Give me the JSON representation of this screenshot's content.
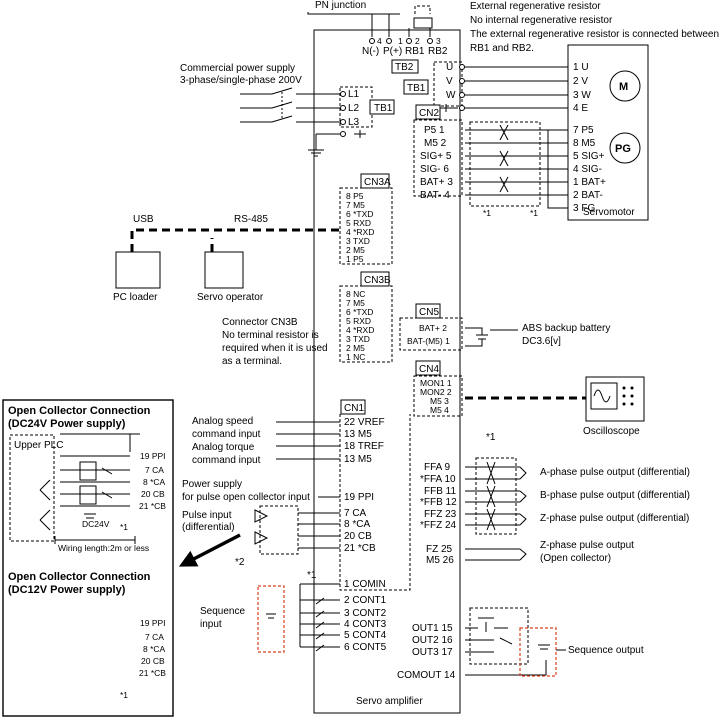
{
  "top": {
    "pn_junction": "PN junction",
    "regen_1": "External regenerative resistor",
    "regen_2": "No internal regenerative resistor",
    "regen_3": "The external regenerative resistor is connected between",
    "regen_4": "RB1 and RB2.",
    "t_n": "N(-)",
    "t_p": "P(+)",
    "t_rb1": "RB1",
    "t_rb2": "RB2",
    "n4": "4",
    "n1": "1",
    "n2": "2",
    "n3": "3",
    "tb2": "TB2"
  },
  "power": {
    "label1": "Commercial power supply",
    "label2": "3-phase/single-phase 200V",
    "tb1": "TB1",
    "l1": "L1",
    "l2": "L2",
    "l3": "L3"
  },
  "motor": {
    "tb1": "TB1",
    "u": "U",
    "v": "V",
    "w": "W",
    "u_pin": "1 U",
    "v_pin": "2 V",
    "w_pin": "3 W",
    "e_pin": "4 E",
    "m": "M",
    "pg": "PG",
    "title": "Servomotor",
    "enc_pins": [
      "7 P5",
      "8 M5",
      "5 SIG+",
      "4 SIG-",
      "1 BAT+",
      "2 BAT-",
      "3 FG"
    ]
  },
  "cn2": {
    "title": "CN2",
    "pins": [
      "P5  1",
      "M5  2",
      "SIG+ 5",
      "SIG- 6",
      "BAT+ 3",
      "BAT-   4"
    ],
    "note1": "*1",
    "note2": "*1"
  },
  "cn3a": {
    "title": "CN3A",
    "pins": [
      "8  P5",
      "7  M5",
      "6 *TXD",
      "5  RXD",
      "4 *RXD",
      "3  TXD",
      "2  M5",
      "1  P5"
    ]
  },
  "comm": {
    "usb": "USB",
    "rs485": "RS-485",
    "pc": "PC loader",
    "operator": "Servo operator"
  },
  "cn3b": {
    "title": "CN3B",
    "pins": [
      "8  NC",
      "7  M5",
      "6 *TXD",
      "5  RXD",
      "4 *RXD",
      "3  TXD",
      "2  M5",
      "1  NC"
    ],
    "note1": "Connector CN3B",
    "note2": "No terminal resistor is",
    "note3": "required when it is used",
    "note4": "as a terminal."
  },
  "cn5": {
    "title": "CN5",
    "pin1": "BAT+  2",
    "pin2": "BAT-(M5)  1",
    "battery1": "ABS backup battery",
    "battery2": "DC3.6[v]"
  },
  "cn4": {
    "title": "CN4",
    "pins": [
      "MON1 1",
      "MON2 2",
      "M5 3",
      "M5 4"
    ],
    "scope": "Oscilloscope"
  },
  "cn1": {
    "title": "CN1",
    "analog_speed1": "Analog speed",
    "analog_speed2": "command input",
    "analog_torque1": "Analog torque",
    "analog_torque2": "command input",
    "ps1": "Power supply",
    "ps2": "for pulse open collector input",
    "pulse1": "Pulse input",
    "pulse2": "(differential)",
    "pins_left": [
      "22  VREF",
      "13  M5",
      "18  TREF",
      "13  M5",
      "19    PPI",
      "7     CA",
      "8    *CA",
      "20    CB",
      "21   *CB",
      "1   COMIN",
      "2  CONT1",
      "3  CONT2",
      "4  CONT3",
      "5  CONT4",
      "6  CONT5"
    ],
    "note_star2": "*2",
    "note_star1": "*1",
    "seq_in1": "Sequence",
    "seq_in2": "input",
    "pins_right": [
      "FFA   9",
      "*FFA  10",
      "FFB  11",
      "*FFB  12",
      "FFZ  23",
      "*FFZ  24",
      "FZ  25",
      "M5  26"
    ],
    "out_a": "A-phase pulse output (differential)",
    "out_b": "B-phase pulse output (differential)",
    "out_z": "Z-phase pulse output (differential)",
    "out_zoc1": "Z-phase pulse output",
    "out_zoc2": "(Open collector)",
    "note_r": "*1",
    "outs": [
      "OUT1  15",
      "OUT2  16",
      "OUT3  17"
    ],
    "seq_out": "Sequence output",
    "comout": "COMOUT  14",
    "amp": "Servo amplifier"
  },
  "inset": {
    "title1": "Open Collector Connection",
    "title2": "(DC24V Power supply)",
    "plc": "Upper PLC",
    "pins": [
      "19 PPI",
      "7  CA",
      "8 *CA",
      "20  CB",
      "21 *CB"
    ],
    "dc": "DC24V",
    "star": "*1",
    "wiring": "Wiring length:2m or less",
    "title3": "Open Collector Connection",
    "title4": "(DC12V Power supply)",
    "pins12": [
      "19 PPI",
      "7  CA",
      "8 *CA",
      "20  CB",
      "21 *CB"
    ],
    "star12": "*1"
  }
}
